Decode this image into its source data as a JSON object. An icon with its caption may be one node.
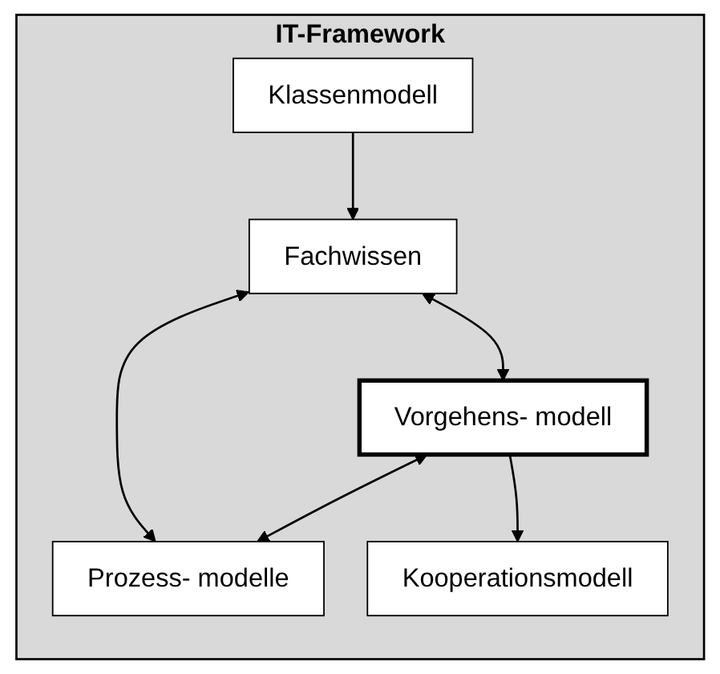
{
  "diagram": {
    "nodes": [
      {
        "text": [
          "IT-Framework"
        ]
      },
      {
        "text": [
          "Klassenmodell"
        ],
        "in": 0
      },
      {
        "text": [
          "Fachwissen"
        ],
        "in": 0
      },
      {
        "text": [
          "Vorgehens- modell"
        ],
        "in": 0
      },
      {
        "text": [
          "Prozess- modelle"
        ],
        "in": 0
      },
      {
        "text": [
          "Kooperationsmodell"
        ],
        "in": 0
      }
    ],
    "edges": [
      {
        "from": 1,
        "to": 2,
        "arrow": "to"
      },
      {
        "from": 2,
        "to": 3,
        "arrow": "both"
      },
      {
        "from": 2,
        "to": 4,
        "arrow": "both"
      },
      {
        "from": 3,
        "to": 4,
        "arrow": "both"
      },
      {
        "from": 3,
        "to": 5,
        "arrow": "to"
      }
    ]
  }
}
